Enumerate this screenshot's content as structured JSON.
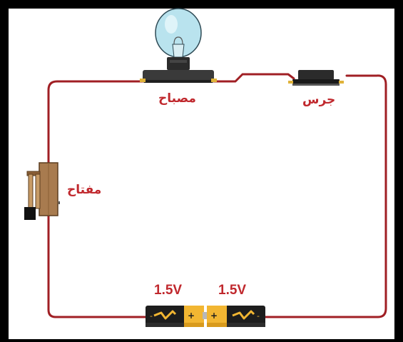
{
  "colors": {
    "wire": "#a01f24",
    "label": "#c0282d",
    "bulb_glass": "#b9e3ee",
    "bulb_base": "#2b2b2b",
    "battery_body": "#f2b632",
    "battery_end": "#1d1d1d",
    "switch_wood": "#a87b4f",
    "frame": "#000000"
  },
  "labels": {
    "lamp": "مصباح",
    "bell": "جرس",
    "switch": "مفتاح",
    "battery_left_voltage": "1.5V",
    "battery_right_voltage": "1.5V"
  },
  "components": {
    "lamp": "light-bulb-icon",
    "bell": "bell-icon",
    "switch": "knife-switch-icon",
    "battery_left": "battery-icon",
    "battery_right": "battery-icon"
  },
  "battery_marks": {
    "plus": "+",
    "minus": "-"
  }
}
